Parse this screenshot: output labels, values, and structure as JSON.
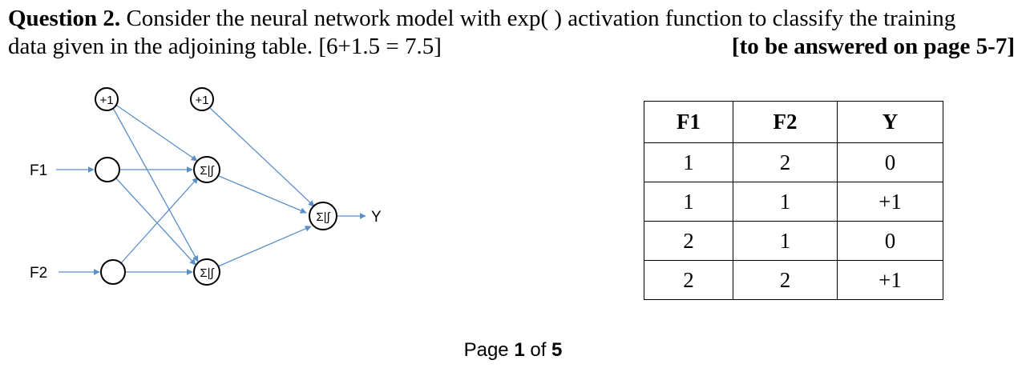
{
  "question": {
    "label": "Question 2.",
    "line1_text": " Consider the neural network model with exp( ) activation function to classify the training",
    "line2_text": "data given in the adjoining table. [6+1.5 = 7.5]",
    "answer_note": "[to be answered on page 5-7]"
  },
  "diagram": {
    "input_labels": [
      "F1",
      "F2"
    ],
    "bias_label": "+1",
    "neuron_label": "Σ|∫",
    "output_label": "Y",
    "colors": {
      "arrow": "#5b8fc9",
      "node_stroke": "#000000"
    }
  },
  "table": {
    "headers": [
      "F1",
      "F2",
      "Y"
    ],
    "rows": [
      [
        "1",
        "2",
        "0"
      ],
      [
        "1",
        "1",
        "+1"
      ],
      [
        "2",
        "1",
        "0"
      ],
      [
        "2",
        "2",
        "+1"
      ]
    ]
  },
  "footer": {
    "prefix": "Page ",
    "current": "1",
    "middle": " of ",
    "total": "5"
  }
}
